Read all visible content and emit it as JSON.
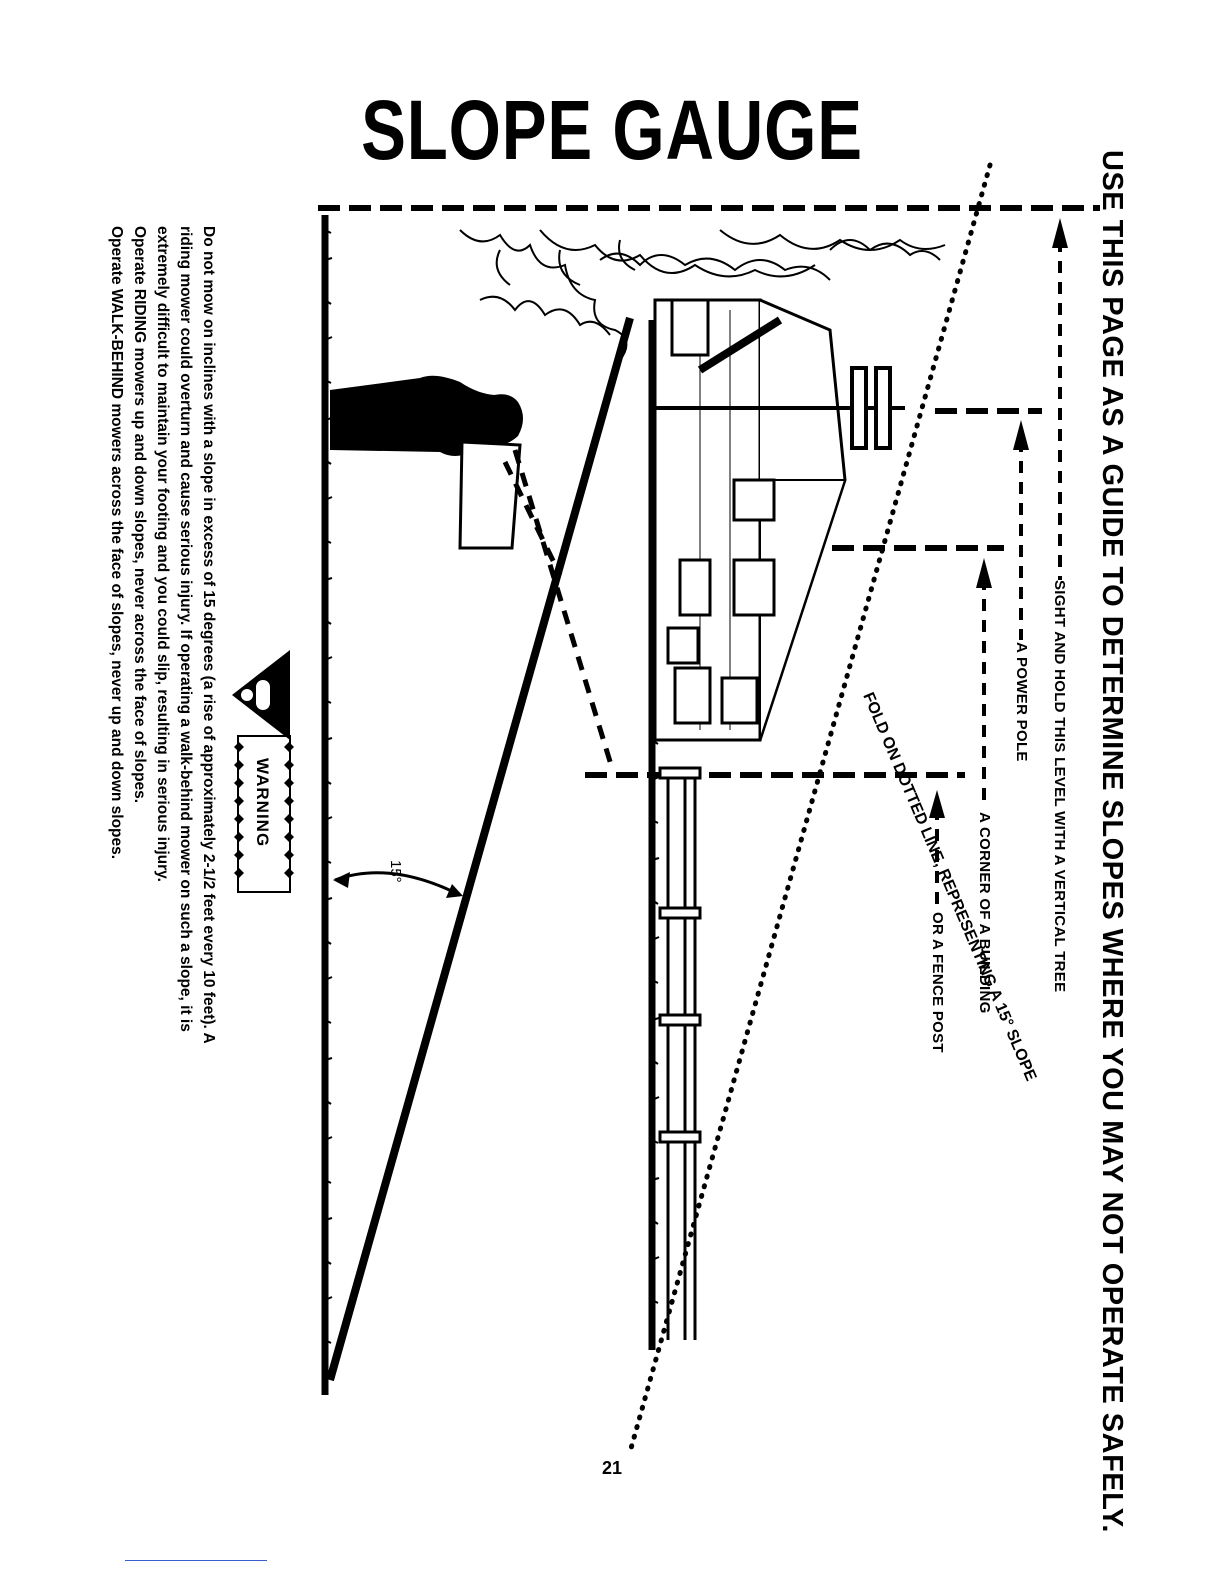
{
  "page": {
    "title": "SLOPE GAUGE",
    "headline": "USE THIS PAGE AS A GUIDE TO DETERMINE SLOPES WHERE YOU MAY NOT OPERATE SAFELY.",
    "labels": {
      "tree": "SIGHT AND HOLD THIS LEVEL WITH A VERTICAL TREE",
      "pole": "A POWER POLE",
      "building": "A CORNER OF A BUILDING",
      "fence": "OR A FENCE POST"
    },
    "fold_line": "FOLD ON DOTTED LINE, REPRESENTING A 15° SLOPE",
    "angle": "15°",
    "warning": {
      "badge": "WARNING",
      "lines": [
        "Do not mow on inclines with a slope in excess of 15 degrees (a rise of approximately 2-1/2 feet every 10 feet). A",
        "riding mower could overturn and cause serious injury. If operating a walk-behind mower on such a slope, it is",
        "extremely difficult to maintain your footing and you could slip, resulting in serious injury.",
        "Operate RIDING mowers up and down slopes, never across the face of slopes.",
        "Operate WALK-BEHIND mowers across the face of slopes, never up and down slopes."
      ]
    },
    "page_number": "21"
  }
}
